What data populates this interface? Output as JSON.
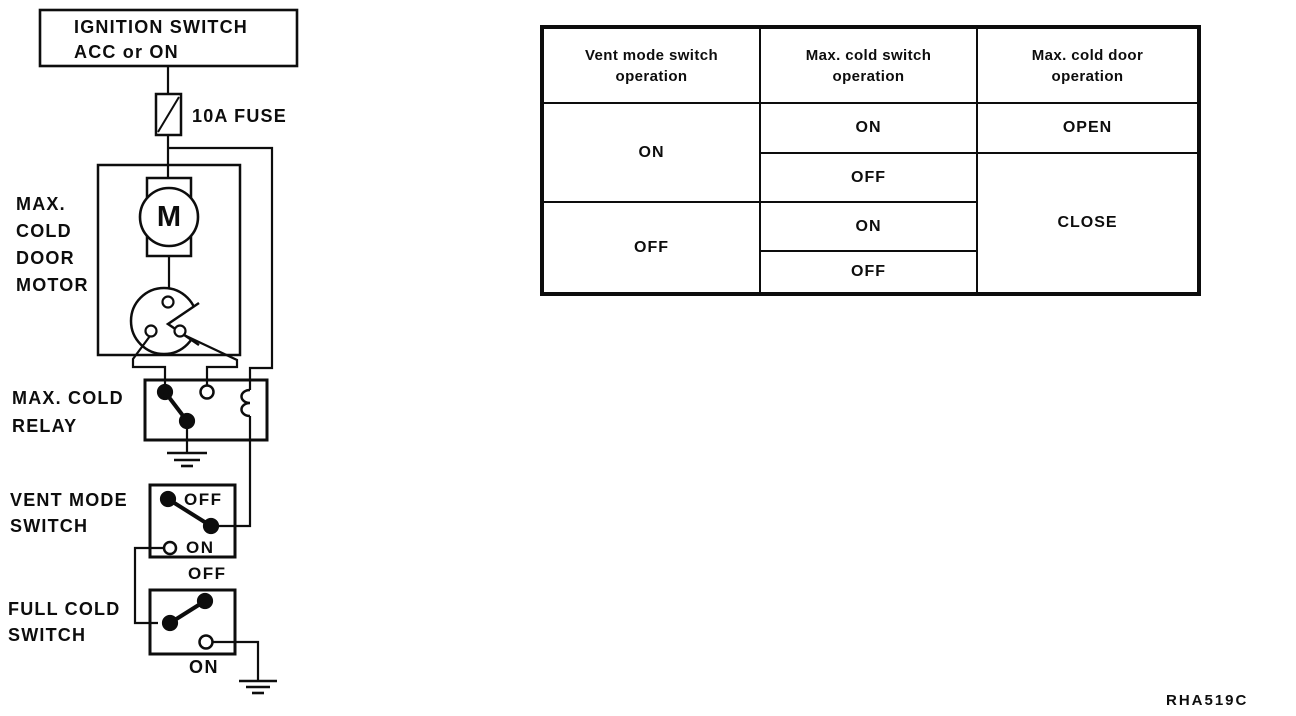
{
  "page": {
    "ref_code": "RHA519C"
  },
  "schematic": {
    "ignition_box": {
      "line1": "IGNITION SWITCH",
      "line2": "ACC or ON"
    },
    "fuse_label": "10A FUSE",
    "motor_symbol": "M",
    "motor_label": [
      "MAX.",
      "COLD",
      "DOOR",
      "MOTOR"
    ],
    "relay_label": [
      "MAX. COLD",
      "RELAY"
    ],
    "vent_switch_label": [
      "VENT MODE",
      "SWITCH"
    ],
    "vent_switch_positions": {
      "off": "OFF",
      "on": "ON"
    },
    "full_cold_label": [
      "FULL COLD",
      "SWITCH"
    ],
    "full_cold_positions": {
      "off": "OFF",
      "on": "ON"
    }
  },
  "table": {
    "headers": [
      {
        "line1": "Vent mode switch",
        "line2": "operation"
      },
      {
        "line1": "Max. cold switch",
        "line2": "operation"
      },
      {
        "line1": "Max. cold door",
        "line2": "operation"
      }
    ],
    "cells": {
      "vent_on": "ON",
      "vent_off": "OFF",
      "max_cold_r1": "ON",
      "max_cold_r2": "OFF",
      "max_cold_r3": "ON",
      "max_cold_r4": "OFF",
      "door_open": "OPEN",
      "door_close": "CLOSE"
    }
  }
}
